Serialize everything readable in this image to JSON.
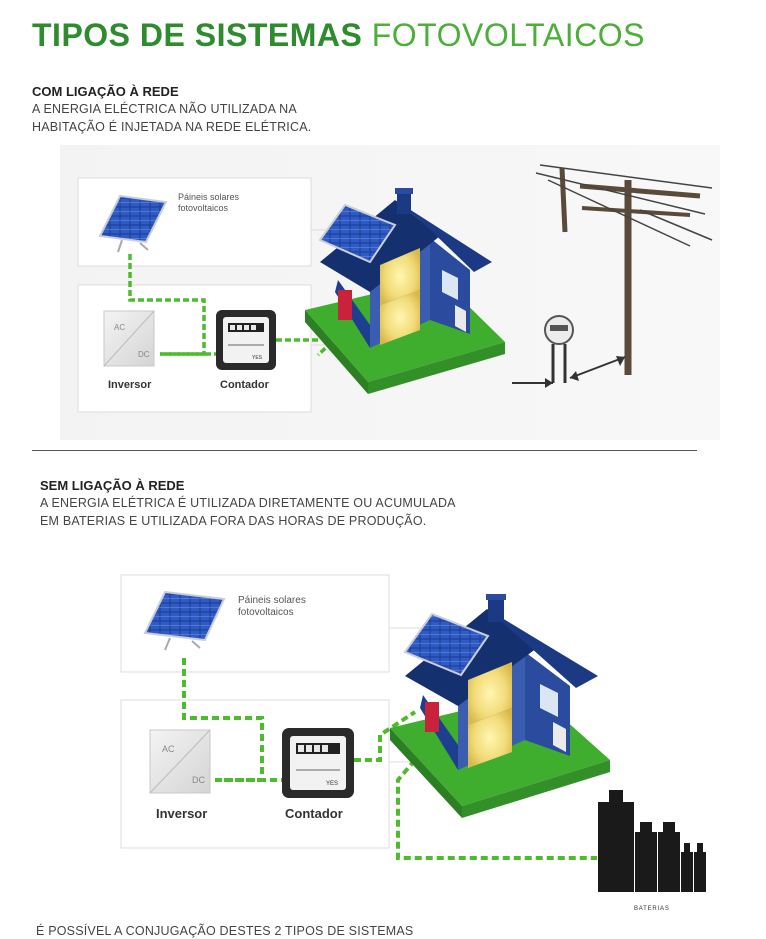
{
  "title": {
    "bold": "TIPOS DE SISTEMAS",
    "light": "FOTOVOLTAICOS"
  },
  "section1": {
    "heading": "COM LIGAÇÃO À REDE",
    "line1": "A ENERGIA ELÉCTRICA NÃO UTILIZADA NA",
    "line2": "HABITAÇÃO É INJETADA NA REDE ELÉTRICA.",
    "panel_label_1": "Páineis solares",
    "panel_label_2": "fotovoltaicos",
    "inverter_label": "Inversor",
    "meter_label": "Contador",
    "ac": "AC",
    "dc": "DC",
    "meter_brand": "YES"
  },
  "section2": {
    "heading": "SEM LIGAÇÃO À REDE",
    "line1": "A ENERGIA ELÉTRICA É UTILIZADA DIRETAMENTE OU ACUMULADA",
    "line2": "EM BATERIAS E UTILIZADA FORA DAS HORAS DE PRODUÇÃO.",
    "panel_label_1": "Páineis solares",
    "panel_label_2": "fotovoltaicos",
    "inverter_label": "Inversor",
    "meter_label": "Contador",
    "ac": "AC",
    "dc": "DC",
    "meter_brand": "YES",
    "batteries_label": "BATERIAS"
  },
  "footer": "É POSSÍVEL A CONJUGAÇÃO DESTES 2 TIPOS DE SISTEMAS",
  "colors": {
    "title_green": "#2e8b2e",
    "dash_green": "#4cbb2c",
    "house_blue": "#1e3f8f",
    "lawn_green": "#3fae2f",
    "battery_black": "#1a1a1a",
    "pole_brown": "#5a4a3a"
  }
}
